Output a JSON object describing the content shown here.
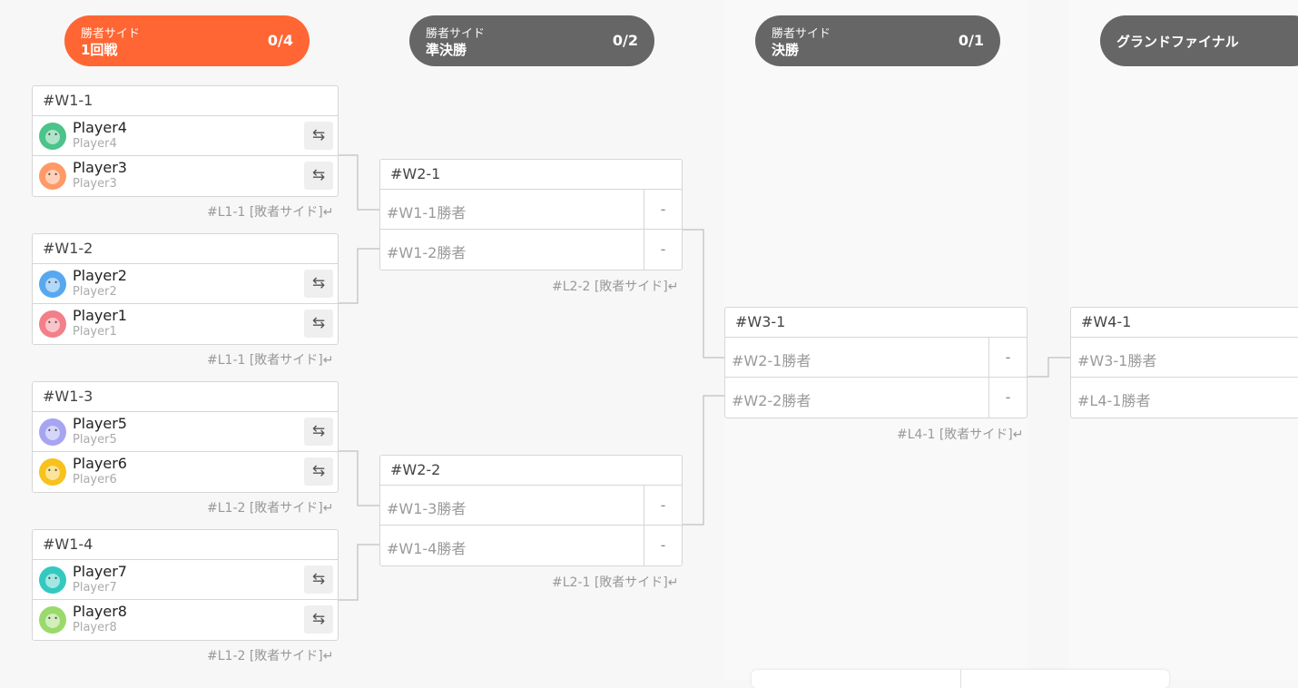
{
  "rounds": [
    {
      "side": "勝者サイド",
      "name": "1回戦",
      "count": "0/4"
    },
    {
      "side": "勝者サイド",
      "name": "準決勝",
      "count": "0/2"
    },
    {
      "side": "勝者サイド",
      "name": "決勝",
      "count": "0/1"
    },
    {
      "name": "グランドファイナル"
    }
  ],
  "colors": {
    "active_round": "#ff6633",
    "round": "#666666"
  },
  "round1": [
    {
      "id": "#W1-1",
      "loser_to": "#L1-1 [敗者サイド]↵",
      "players": [
        {
          "name": "Player4",
          "sub": "Player4",
          "avatar_color": "#4cc38a",
          "icon": "avatar-icon"
        },
        {
          "name": "Player3",
          "sub": "Player3",
          "avatar_color": "#ff9966",
          "icon": "avatar-icon"
        }
      ]
    },
    {
      "id": "#W1-2",
      "loser_to": "#L1-1 [敗者サイド]↵",
      "players": [
        {
          "name": "Player2",
          "sub": "Player2",
          "avatar_color": "#58a8f0",
          "icon": "avatar-icon"
        },
        {
          "name": "Player1",
          "sub": "Player1",
          "avatar_color": "#f27f89",
          "icon": "avatar-icon"
        }
      ]
    },
    {
      "id": "#W1-3",
      "loser_to": "#L1-2 [敗者サイド]↵",
      "players": [
        {
          "name": "Player5",
          "sub": "Player5",
          "avatar_color": "#a5a5f2",
          "icon": "avatar-icon"
        },
        {
          "name": "Player6",
          "sub": "Player6",
          "avatar_color": "#f7c21d",
          "icon": "avatar-icon"
        }
      ]
    },
    {
      "id": "#W1-4",
      "loser_to": "#L1-2 [敗者サイド]↵",
      "players": [
        {
          "name": "Player7",
          "sub": "Player7",
          "avatar_color": "#33c9c0",
          "icon": "avatar-icon"
        },
        {
          "name": "Player8",
          "sub": "Player8",
          "avatar_color": "#9ad96b",
          "icon": "avatar-icon"
        }
      ]
    }
  ],
  "semis": [
    {
      "id": "#W2-1",
      "loser_to": "#L2-2 [敗者サイド]↵",
      "slots": [
        {
          "label": "#W1-1勝者",
          "score": "-"
        },
        {
          "label": "#W1-2勝者",
          "score": "-"
        }
      ]
    },
    {
      "id": "#W2-2",
      "loser_to": "#L2-1 [敗者サイド]↵",
      "slots": [
        {
          "label": "#W1-3勝者",
          "score": "-"
        },
        {
          "label": "#W1-4勝者",
          "score": "-"
        }
      ]
    }
  ],
  "final": {
    "id": "#W3-1",
    "loser_to": "#L4-1 [敗者サイド]↵",
    "slots": [
      {
        "label": "#W2-1勝者",
        "score": "-"
      },
      {
        "label": "#W2-2勝者",
        "score": "-"
      }
    ]
  },
  "grand_final": {
    "id": "#W4-1",
    "slots": [
      {
        "label": "#W3-1勝者"
      },
      {
        "label": "#L4-1勝者"
      }
    ]
  },
  "swap_glyph": "⇆"
}
